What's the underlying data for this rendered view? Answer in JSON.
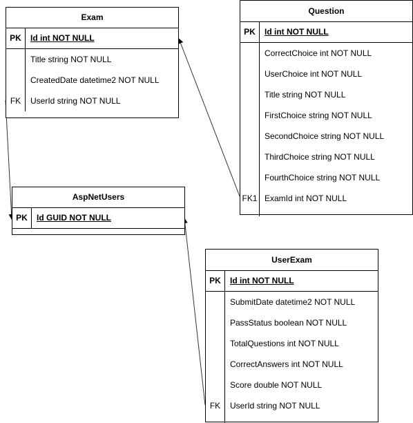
{
  "entities": {
    "exam": {
      "title": "Exam",
      "pk_label": "PK",
      "pk_field": "Id int NOT NULL",
      "attributes": [
        {
          "key": "",
          "text": "Title string NOT NULL"
        },
        {
          "key": "",
          "text": "CreatedDate datetime2 NOT NULL"
        },
        {
          "key": "FK",
          "text": "UserId string NOT NULL"
        }
      ]
    },
    "question": {
      "title": "Question",
      "pk_label": "PK",
      "pk_field": "Id int NOT NULL",
      "attributes": [
        {
          "key": "",
          "text": "CorrectChoice int NOT NULL"
        },
        {
          "key": "",
          "text": "UserChoice int NOT NULL"
        },
        {
          "key": "",
          "text": "Title string NOT NULL"
        },
        {
          "key": "",
          "text": "FirstChoice string NOT NULL"
        },
        {
          "key": "",
          "text": "SecondChoice string NOT NULL"
        },
        {
          "key": "",
          "text": "ThirdChoice string NOT NULL"
        },
        {
          "key": "",
          "text": "FourthChoice string NOT NULL"
        },
        {
          "key": "FK1",
          "text": "ExamId int NOT NULL"
        }
      ]
    },
    "aspnetusers": {
      "title": "AspNetUsers",
      "pk_label": "PK",
      "pk_field": "Id GUID NOT NULL",
      "attributes": []
    },
    "userexam": {
      "title": "UserExam",
      "pk_label": "PK",
      "pk_field": "Id int NOT NULL",
      "attributes": [
        {
          "key": "",
          "text": "SubmitDate datetime2 NOT NULL"
        },
        {
          "key": "",
          "text": "PassStatus boolean NOT NULL"
        },
        {
          "key": "",
          "text": "TotalQuestions int NOT NULL"
        },
        {
          "key": "",
          "text": "CorrectAnswers int NOT NULL"
        },
        {
          "key": "",
          "text": "Score double NOT NULL"
        },
        {
          "key": "FK",
          "text": "UserId string NOT NULL"
        }
      ]
    }
  },
  "colors": {
    "line": "#000000",
    "background": "#ffffff",
    "connector": "#333333"
  }
}
